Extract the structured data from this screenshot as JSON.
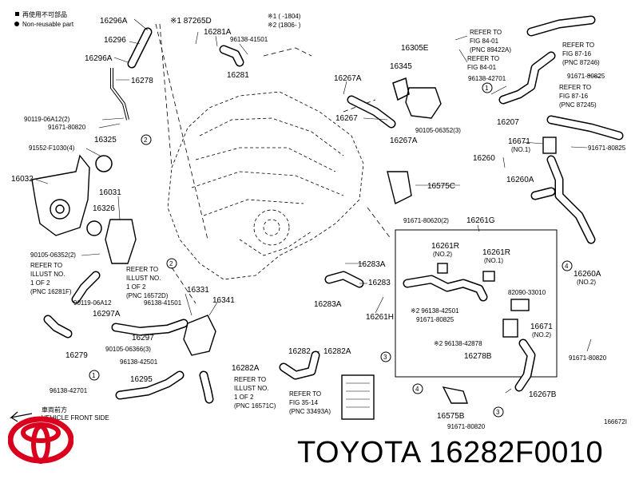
{
  "legend": {
    "non_reusable_label": "再使用不可部品",
    "non_reusable_label_en": "Non-reusable part",
    "variant1": "※1 (     -1804)",
    "variant2": "※2 (1806-     )"
  },
  "labels": [
    {
      "id": "16296A",
      "text": "16296A"
    },
    {
      "id": "87265D",
      "text": "※1 87265D"
    },
    {
      "id": "16281A",
      "text": "16281A"
    },
    {
      "id": "16296",
      "text": "16296"
    },
    {
      "id": "96138-41501a",
      "text": "96138-41501"
    },
    {
      "id": "16296A_b",
      "text": "16296A"
    },
    {
      "id": "16281",
      "text": "16281"
    },
    {
      "id": "16278",
      "text": "16278"
    },
    {
      "id": "90119-06A12a",
      "text": "90119-06A12(2)"
    },
    {
      "id": "91671-80820a",
      "text": "91671-80820"
    },
    {
      "id": "91552",
      "text": "91552-F1030(4)"
    },
    {
      "id": "16325",
      "text": "16325"
    },
    {
      "id": "16032",
      "text": "16032"
    },
    {
      "id": "16031",
      "text": "16031"
    },
    {
      "id": "16326",
      "text": "16326"
    },
    {
      "id": "90105-06352a",
      "text": "90105-06352(2)"
    },
    {
      "id": "ref1",
      "text": "REFER TO"
    },
    {
      "id": "ref1b",
      "text": "ILLUST NO."
    },
    {
      "id": "ref1c",
      "text": "1 OF 2"
    },
    {
      "id": "ref1d",
      "text": "(PNC 16281F)"
    },
    {
      "id": "ref2",
      "text": "REFER TO"
    },
    {
      "id": "ref2b",
      "text": "ILLUST NO."
    },
    {
      "id": "ref2c",
      "text": "1 OF 2"
    },
    {
      "id": "ref2d",
      "text": "(PNC 16572D)"
    },
    {
      "id": "90119-06A12b",
      "text": "90119-06A12"
    },
    {
      "id": "16297A",
      "text": "16297A"
    },
    {
      "id": "96138-41501b",
      "text": "96138-41501"
    },
    {
      "id": "16331",
      "text": "16331"
    },
    {
      "id": "16341",
      "text": "16341"
    },
    {
      "id": "16297",
      "text": "16297"
    },
    {
      "id": "90105-06366",
      "text": "90105-06366(3)"
    },
    {
      "id": "16279",
      "text": "16279"
    },
    {
      "id": "96138-42501a",
      "text": "96138-42501"
    },
    {
      "id": "16295",
      "text": "16295"
    },
    {
      "id": "96138-42701a",
      "text": "96138-42701"
    },
    {
      "id": "16282A_a",
      "text": "16282A"
    },
    {
      "id": "ref3",
      "text": "REFER TO"
    },
    {
      "id": "ref3b",
      "text": "ILLUST NO."
    },
    {
      "id": "ref3c",
      "text": "1 OF 2"
    },
    {
      "id": "ref3d",
      "text": "(PNC 16571C)"
    },
    {
      "id": "16282",
      "text": "16282"
    },
    {
      "id": "16282A_b",
      "text": "16282A"
    },
    {
      "id": "ref4",
      "text": "REFER TO"
    },
    {
      "id": "ref4b",
      "text": "FIG 35-14"
    },
    {
      "id": "ref4c",
      "text": "(PNC 33493A)"
    },
    {
      "id": "16575B",
      "text": "16575B"
    },
    {
      "id": "91671-80820b",
      "text": "91671-80820"
    },
    {
      "id": "16283A_a",
      "text": "16283A"
    },
    {
      "id": "16283",
      "text": "16283"
    },
    {
      "id": "16283A_b",
      "text": "16283A"
    },
    {
      "id": "16261H",
      "text": "16261H"
    },
    {
      "id": "16305E",
      "text": "16305E"
    },
    {
      "id": "ref5",
      "text": "REFER TO"
    },
    {
      "id": "ref5b",
      "text": "FIG 84-01"
    },
    {
      "id": "ref5c",
      "text": "(PNC 89422A)"
    },
    {
      "id": "ref6",
      "text": "REFER TO"
    },
    {
      "id": "ref6b",
      "text": "FIG 84-01"
    },
    {
      "id": "16345",
      "text": "16345"
    },
    {
      "id": "16267A_a",
      "text": "16267A"
    },
    {
      "id": "16267",
      "text": "16267"
    },
    {
      "id": "90105-06352b",
      "text": "90105-06352(3)"
    },
    {
      "id": "16267A_b",
      "text": "16267A"
    },
    {
      "id": "96138-42701b",
      "text": "96138-42701"
    },
    {
      "id": "16207",
      "text": "16207"
    },
    {
      "id": "ref7",
      "text": "REFER TO"
    },
    {
      "id": "ref7b",
      "text": "FIG 87-16"
    },
    {
      "id": "ref7c",
      "text": "(PNC 87246)"
    },
    {
      "id": "91671-80825a",
      "text": "91671-80825"
    },
    {
      "id": "ref8",
      "text": "REFER TO"
    },
    {
      "id": "ref8b",
      "text": "FIG 87-16"
    },
    {
      "id": "ref8c",
      "text": "(PNC 87245)"
    },
    {
      "id": "16671a",
      "text": "16671"
    },
    {
      "id": "no1a",
      "text": "(NO.1)"
    },
    {
      "id": "91671-80825b",
      "text": "91671-80825"
    },
    {
      "id": "16260",
      "text": "16260"
    },
    {
      "id": "16260A_a",
      "text": "16260A"
    },
    {
      "id": "16575C",
      "text": "16575C"
    },
    {
      "id": "91671-80620",
      "text": "91671-80620(2)"
    },
    {
      "id": "16261G",
      "text": "16261G"
    },
    {
      "id": "16261R_a",
      "text": "16261R"
    },
    {
      "id": "no2a",
      "text": "(NO.2)"
    },
    {
      "id": "16261R_b",
      "text": "16261R"
    },
    {
      "id": "no1b",
      "text": "(NO.1)"
    },
    {
      "id": "16260A_b",
      "text": "16260A"
    },
    {
      "id": "no2b",
      "text": "(NO.2)"
    },
    {
      "id": "82090",
      "text": "82090-33010"
    },
    {
      "id": "96138-42501b",
      "text": "※2 96138-42501"
    },
    {
      "id": "91671-80825c",
      "text": "91671-80825"
    },
    {
      "id": "16671b",
      "text": "16671"
    },
    {
      "id": "no2c",
      "text": "(NO.2)"
    },
    {
      "id": "96138-42878",
      "text": "※2 96138-42878"
    },
    {
      "id": "16278B",
      "text": "16278B"
    },
    {
      "id": "91671-80820c",
      "text": "91671-80820"
    },
    {
      "id": "16267B",
      "text": "16267B"
    },
    {
      "id": "front1",
      "text": "車両前方"
    },
    {
      "id": "front2",
      "text": "VEHICLE FRONT SIDE"
    },
    {
      "id": "illus",
      "text": "166672I"
    }
  ],
  "brand": {
    "name": "TOYOTA",
    "part_number": "16282F0010"
  },
  "colors": {
    "logo_red": "#d8001c",
    "ink": "#000000"
  }
}
